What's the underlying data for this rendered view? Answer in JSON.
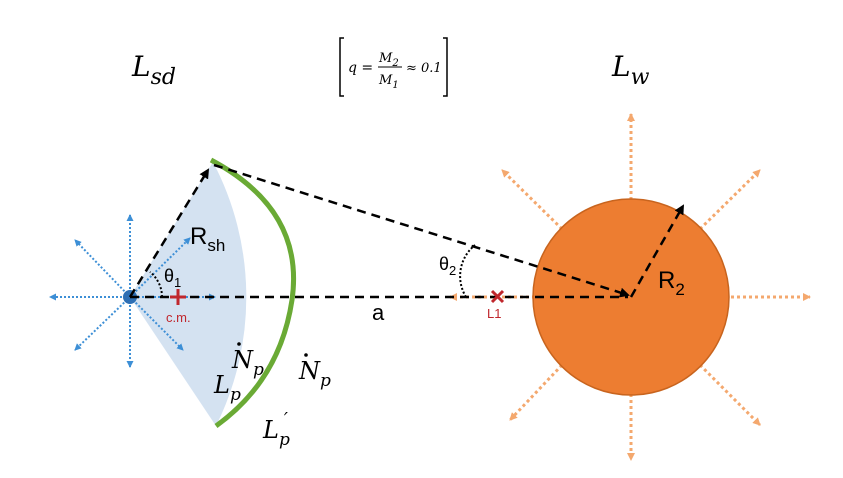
{
  "labels": {
    "L_sd_base": "L",
    "L_sd_sub": "sd",
    "L_w_base": "L",
    "L_w_sub": "w",
    "q_formula": {
      "lhs": "q =",
      "num_base": "M",
      "num_sub": "2",
      "den_base": "M",
      "den_sub": "1",
      "rhs": "≈ 0.1"
    },
    "R_sh_base": "R",
    "R_sh_sub": "sh",
    "theta1_base": "θ",
    "theta1_sub": "1",
    "theta2_base": "θ",
    "theta2_sub": "2",
    "R2_base": "R",
    "R2_sub": "2",
    "a": "a",
    "cm": "c.m.",
    "L1": "L1",
    "Np_inner": "N",
    "Np_inner_sub": "p",
    "Np_outer": "N",
    "Np_outer_sub": "p",
    "Lp_base": "L",
    "Lp_sub": "p",
    "Lp_prime_base": "L",
    "Lp_prime_sub": "p",
    "Lp_prime_mark": "′"
  },
  "colors": {
    "wind_arrows_left": "#3d8fd6",
    "wind_arrows_right": "#f4a86e",
    "star_fill": "#ed7d31",
    "star_stroke": "#c8641e",
    "shock_fill": "#d4e2f1",
    "shock_arc": "#6aaa35",
    "marker": "#c0272d",
    "dash": "#000000"
  }
}
